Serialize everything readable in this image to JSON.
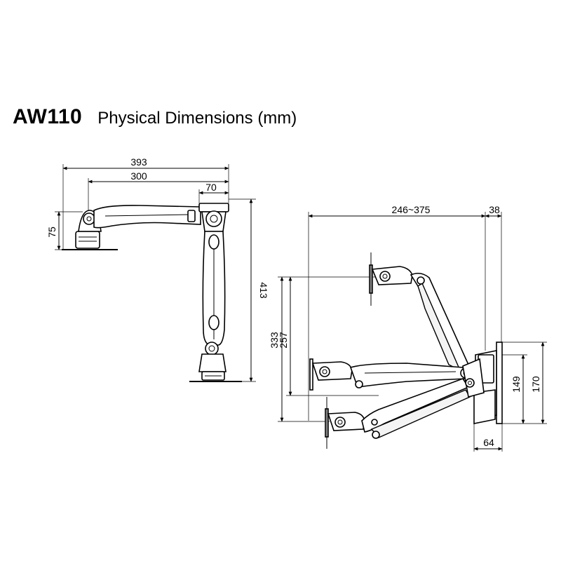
{
  "header": {
    "model": "AW110",
    "subtitle": "Physical Dimensions (mm)"
  },
  "front_view": {
    "dims": {
      "overall_width": "393",
      "arm_span": "300",
      "top_offset": "70",
      "base_height": "75",
      "total_height": "413"
    }
  },
  "side_view": {
    "dims": {
      "reach": "246~375",
      "wall_depth": "38",
      "pole_height_a": "333",
      "pole_height_b": "257",
      "plate_height_a": "149",
      "plate_height_b": "170",
      "plate_depth": "64"
    }
  }
}
